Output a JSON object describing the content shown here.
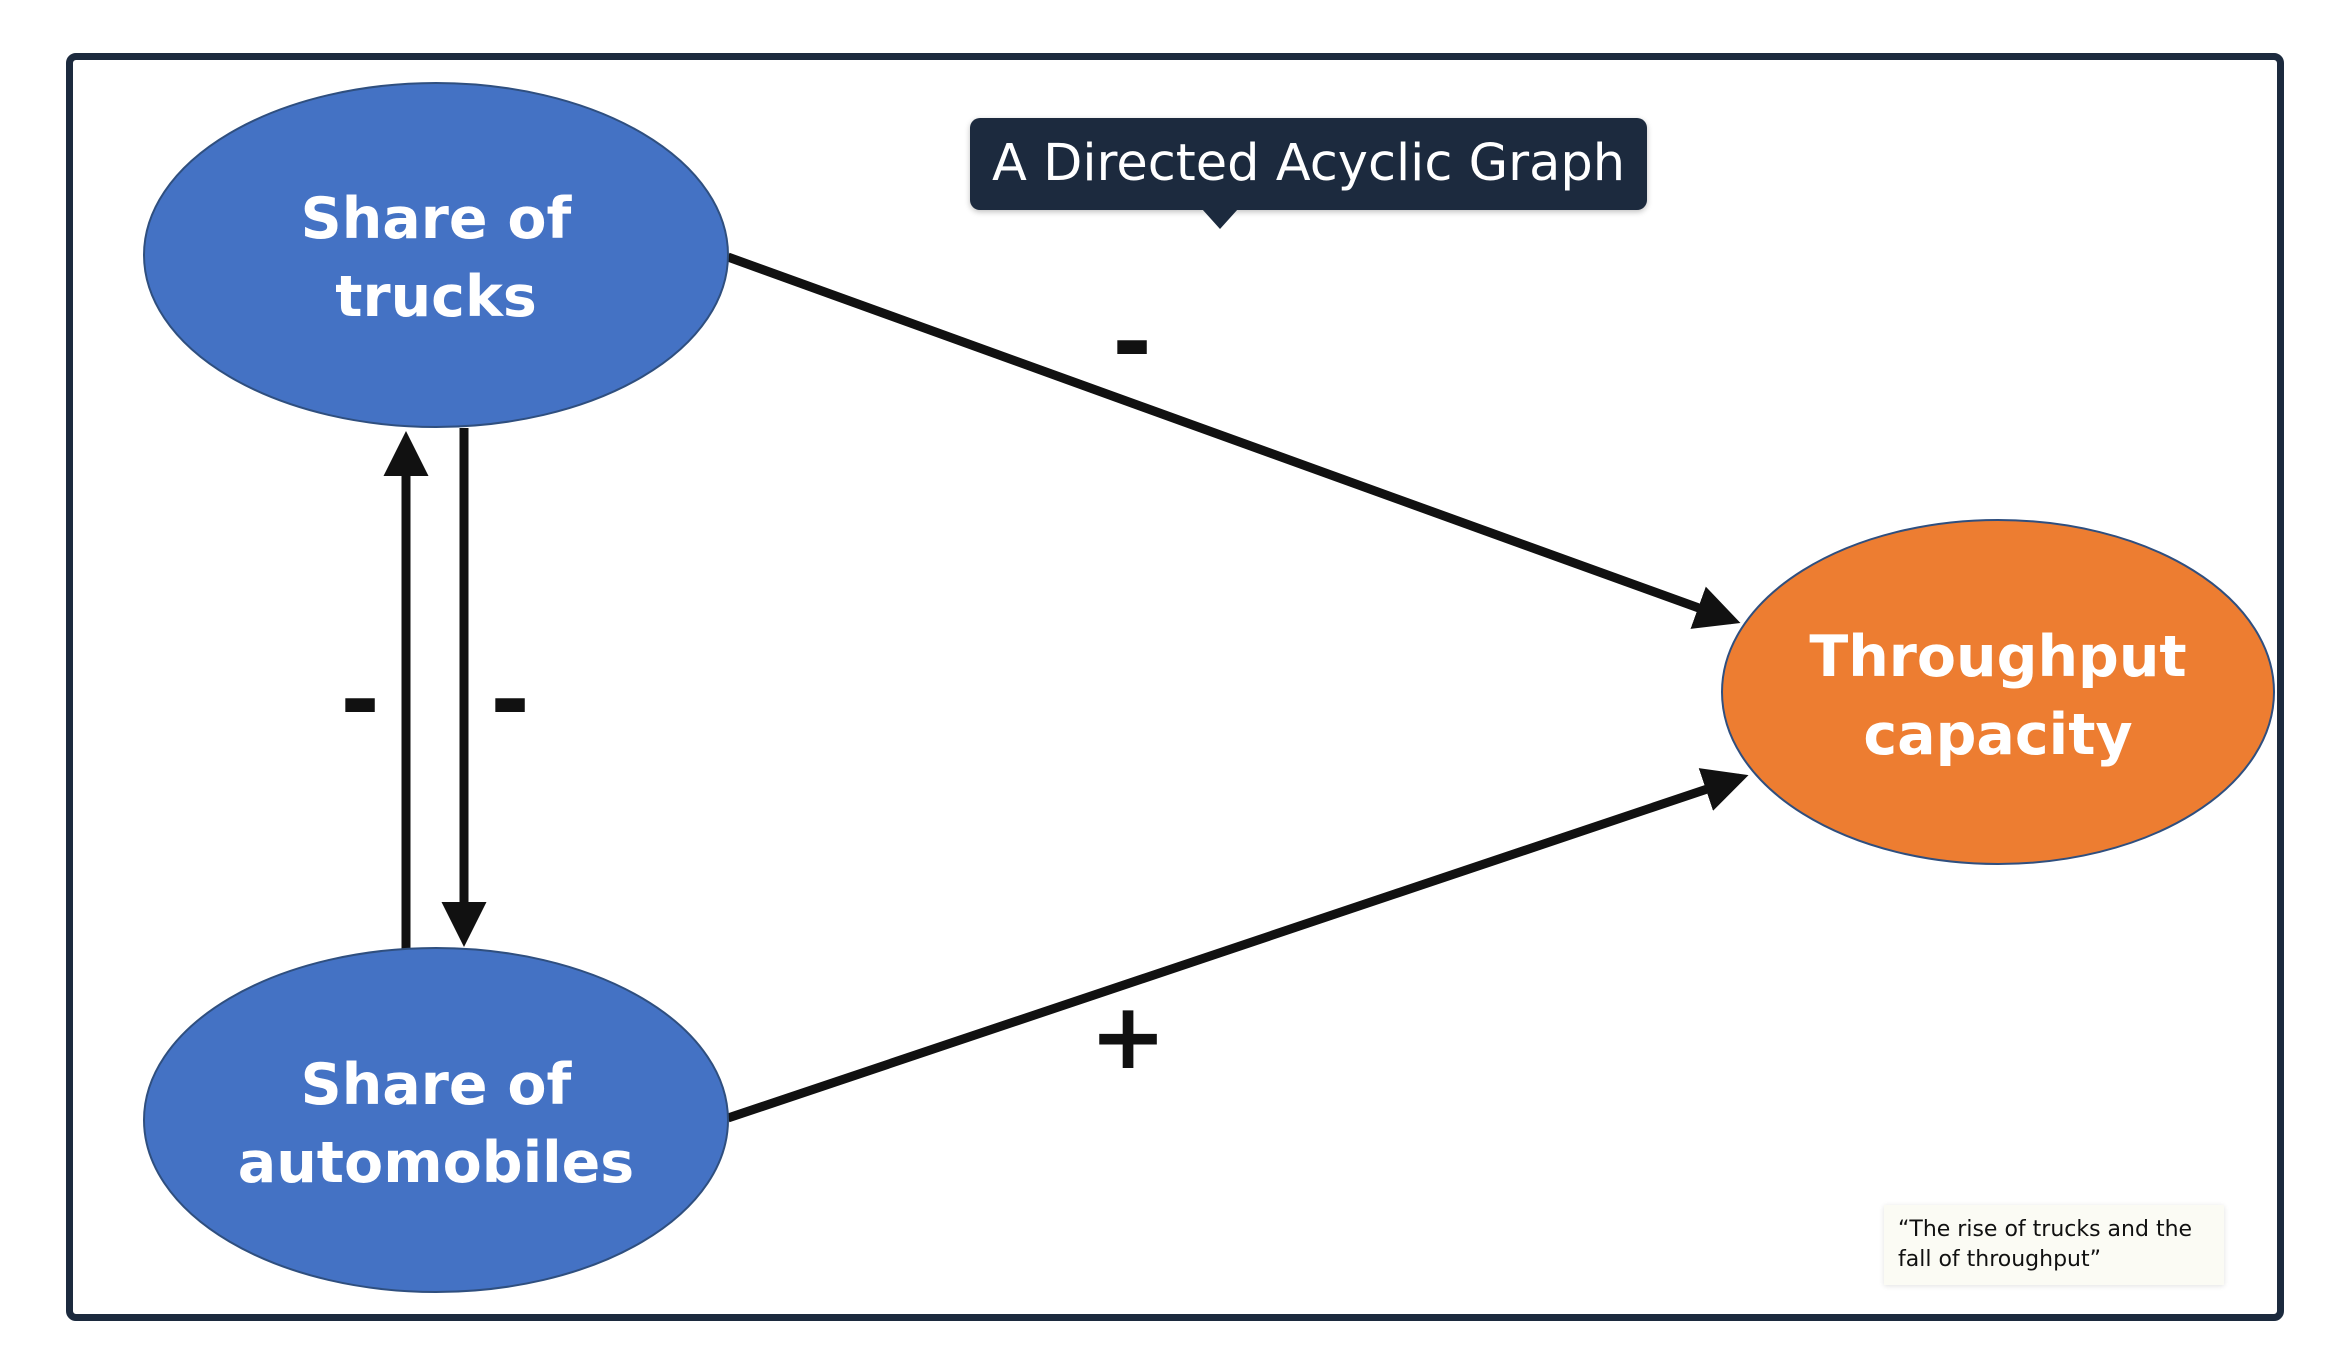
{
  "diagram": {
    "title": "A Directed Acyclic Graph",
    "nodes": {
      "trucks": {
        "line1": "Share of",
        "line2": "trucks",
        "color": "#4472c4"
      },
      "automobiles": {
        "line1": "Share of",
        "line2": "automobiles",
        "color": "#4472c4"
      },
      "throughput": {
        "line1": "Throughput",
        "line2": "capacity",
        "color": "#ed7d31"
      }
    },
    "edges": [
      {
        "from": "trucks",
        "to": "throughput",
        "sign": "-"
      },
      {
        "from": "automobiles",
        "to": "throughput",
        "sign": "+"
      },
      {
        "from": "automobiles",
        "to": "trucks",
        "sign": "-"
      },
      {
        "from": "trucks",
        "to": "automobiles",
        "sign": "-"
      }
    ],
    "caption": "“The rise of trucks and the fall of throughput”"
  }
}
